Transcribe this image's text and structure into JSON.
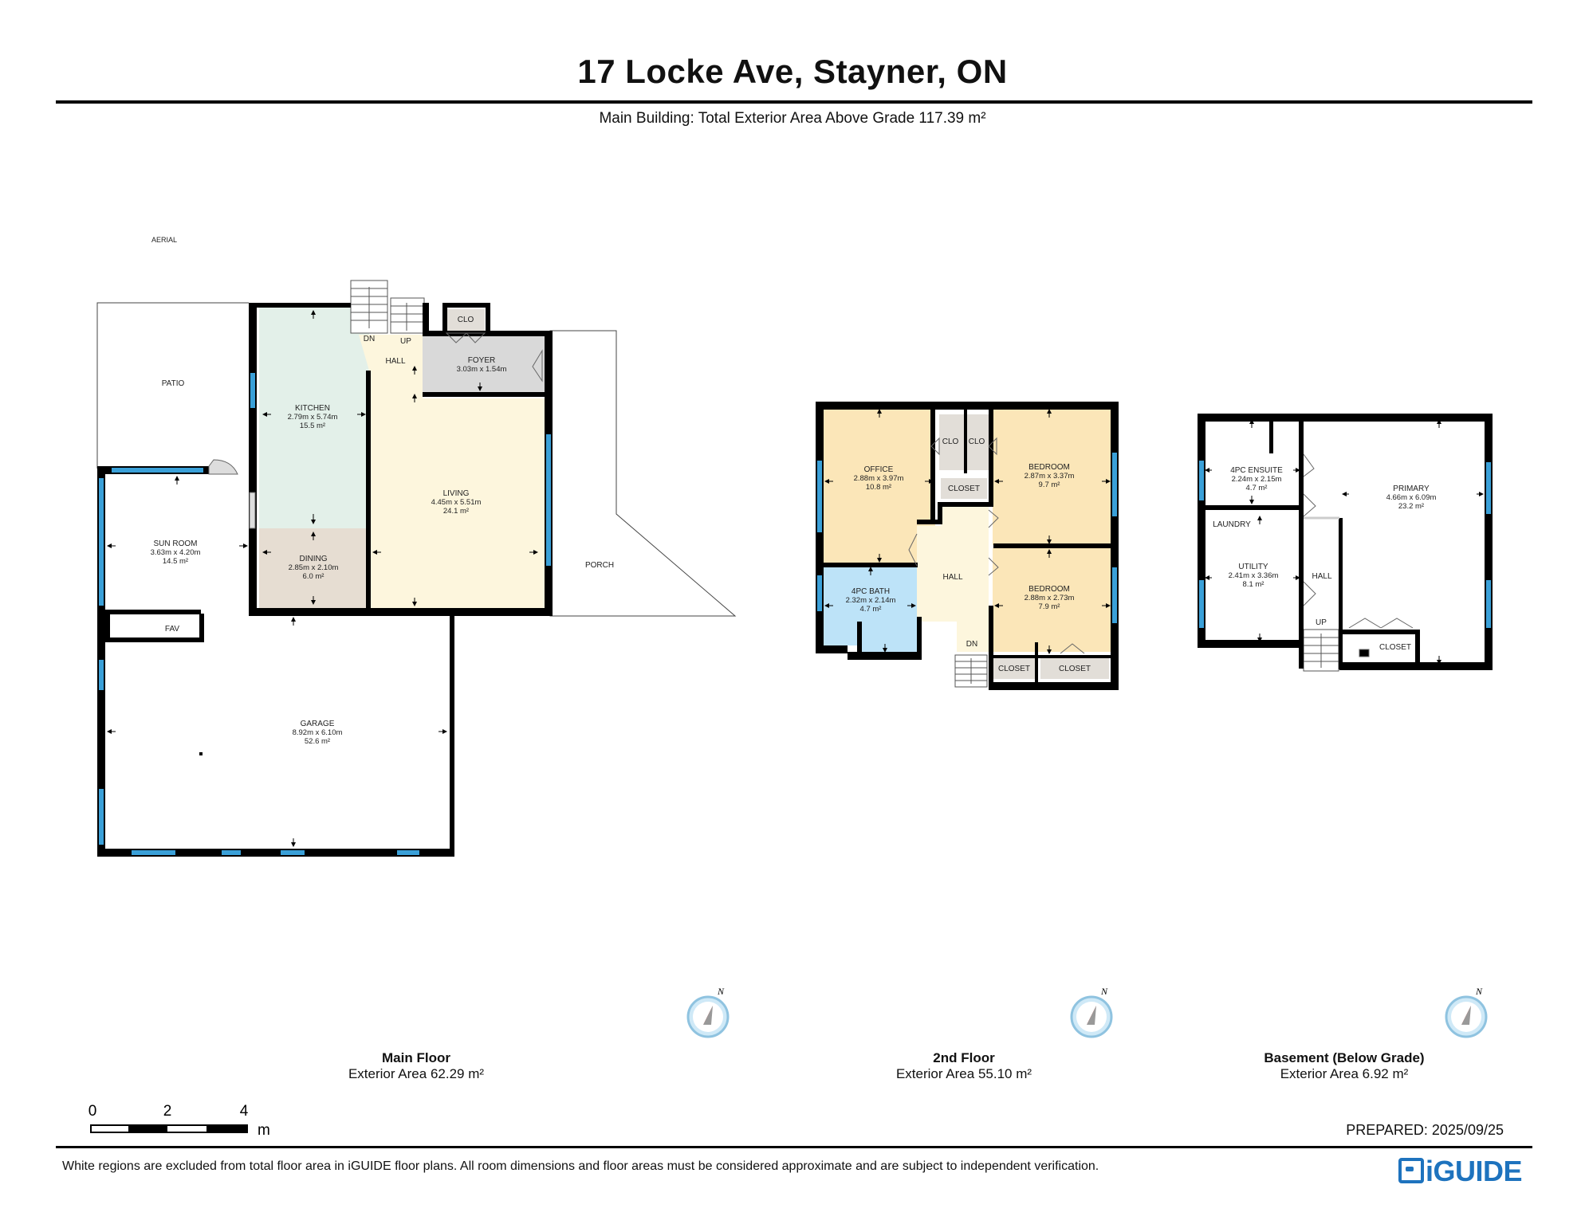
{
  "header": {
    "title": "17 Locke Ave, Stayner, ON",
    "subtitle": "Main Building: Total Exterior Area Above Grade 117.39 m²"
  },
  "colors": {
    "kitchen": "#e3f0e9",
    "living": "#fdf6dd",
    "dining": "#e6ddd2",
    "foyer": "#d9d9d9",
    "bedroom": "#fbe6b8",
    "bath": "#bde3f8",
    "closet": "#e2ded8",
    "window": "#3aa0d8",
    "wall": "#000000",
    "brand": "#1e73be"
  },
  "main_floor": {
    "labels": {
      "aerial": "AERIAL",
      "patio": "PATIO",
      "porch": "PORCH",
      "hall": "HALL",
      "dn": "DN",
      "up": "UP",
      "clo": "CLO",
      "fav": "FAV"
    },
    "rooms": {
      "kitchen": {
        "name": "KITCHEN",
        "dims": "2.79m x 5.74m",
        "area": "15.5 m²"
      },
      "foyer": {
        "name": "FOYER",
        "dims": "3.03m x 1.54m"
      },
      "living": {
        "name": "LIVING",
        "dims": "4.45m x 5.51m",
        "area": "24.1 m²"
      },
      "dining": {
        "name": "DINING",
        "dims": "2.85m x 2.10m",
        "area": "6.0 m²"
      },
      "sunroom": {
        "name": "SUN ROOM",
        "dims": "3.63m x 4.20m",
        "area": "14.5 m²"
      },
      "garage": {
        "name": "GARAGE",
        "dims": "8.92m x 6.10m",
        "area": "52.6 m²"
      }
    },
    "caption": {
      "name": "Main Floor",
      "area": "Exterior Area 62.29 m²"
    }
  },
  "second_floor": {
    "labels": {
      "clo1": "CLO",
      "clo2": "CLO",
      "closet_top": "CLOSET",
      "hall": "HALL",
      "dn": "DN",
      "closet_bl": "CLOSET",
      "closet_br": "CLOSET"
    },
    "rooms": {
      "office": {
        "name": "OFFICE",
        "dims": "2.88m x 3.97m",
        "area": "10.8 m²"
      },
      "bedroom1": {
        "name": "BEDROOM",
        "dims": "2.87m x 3.37m",
        "area": "9.7 m²"
      },
      "bath": {
        "name": "4PC BATH",
        "dims": "2.32m x 2.14m",
        "area": "4.7 m²"
      },
      "bedroom2": {
        "name": "BEDROOM",
        "dims": "2.88m x 2.73m",
        "area": "7.9 m²"
      }
    },
    "caption": {
      "name": "2nd Floor",
      "area": "Exterior Area 55.10 m²"
    }
  },
  "basement": {
    "labels": {
      "laundry": "LAUNDRY",
      "hall": "HALL",
      "up": "UP",
      "closet": "CLOSET"
    },
    "rooms": {
      "ensuite": {
        "name": "4PC ENSUITE",
        "dims": "2.24m x 2.15m",
        "area": "4.7 m²"
      },
      "primary": {
        "name": "PRIMARY",
        "dims": "4.66m x 6.09m",
        "area": "23.2 m²"
      },
      "utility": {
        "name": "UTILITY",
        "dims": "2.41m x 3.36m",
        "area": "8.1 m²"
      }
    },
    "caption": {
      "name": "Basement (Below Grade)",
      "area": "Exterior Area 6.92 m²"
    }
  },
  "compass": {
    "north": "N"
  },
  "scale": {
    "ticks": [
      "0",
      "2",
      "4"
    ],
    "unit": "m"
  },
  "prepared": "PREPARED: 2025/09/25",
  "footer": "White regions are excluded from total floor area in iGUIDE floor plans. All room dimensions and floor areas must be considered approximate and are subject to independent verification.",
  "logo": "iGUIDE"
}
